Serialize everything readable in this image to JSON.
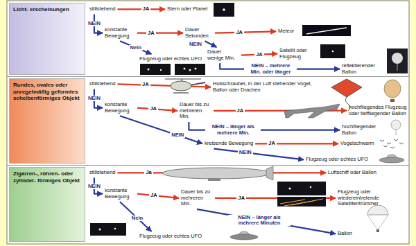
{
  "diagram": {
    "nodes": [
      {
        "text": [
          "Licht- erscheinungen"
        ]
      },
      {
        "text": [
          "stillstehend"
        ]
      },
      {
        "text": [
          "Stern oder Planet"
        ]
      },
      {
        "text": [
          "konstante Bewegung"
        ]
      },
      {
        "text": [
          "Dauer Sekunden"
        ]
      },
      {
        "text": [
          "Meteor"
        ]
      },
      {
        "text": [
          "Flugzeug oder echtes UFO"
        ]
      },
      {
        "text": [
          "Dauer wenige Min."
        ]
      },
      {
        "text": [
          "Satellit oder Flugzeug"
        ]
      },
      {
        "text": [
          "reflektierender Ballon"
        ]
      },
      {
        "text": [
          "Rundes, ovales oder unregelmäßig geformtes scheibenförmiges Objekt"
        ]
      },
      {
        "text": [
          "stillstehend"
        ]
      },
      {
        "text": [
          "Hubschrauber, in der Luft stehender Vogel, Ballon oder Drachen"
        ]
      },
      {
        "text": [
          "konstante Bewegung"
        ]
      },
      {
        "text": [
          "Dauer bis zu mehreren Min."
        ]
      },
      {
        "text": [
          "hochfliegendes Flugzeug oder tieffliegender Ballon"
        ]
      },
      {
        "text": [
          "hochfliegender Ballon"
        ]
      },
      {
        "text": [
          "kreisende Bewegung"
        ]
      },
      {
        "text": [
          "Vogelschwarm"
        ]
      },
      {
        "text": [
          "Flugzeug oder echtes UFO"
        ]
      },
      {
        "text": [
          "Zigarren-, röhren- oder zylinder- förmiges Objekt"
        ]
      },
      {
        "text": [
          "stillstehend"
        ]
      },
      {
        "text": [
          "Luftschiff oder Ballon"
        ]
      },
      {
        "text": [
          "konstante Bewegung"
        ]
      },
      {
        "text": [
          "Dauer bis zu mehreren Min."
        ]
      },
      {
        "text": [
          "Flugzeug oder wiedereintretende Satellitentrümmer"
        ]
      },
      {
        "text": [
          "Flugzeug oder echtes UFO"
        ]
      },
      {
        "text": [
          "Ballon"
        ]
      }
    ],
    "edges": [
      {
        "from": 1,
        "to": 2,
        "label": "JA",
        "arrow": "to"
      },
      {
        "from": 1,
        "to": 3,
        "label": "NEIN",
        "arrow": "to"
      },
      {
        "from": 3,
        "to": 4,
        "label": "JA",
        "arrow": "to"
      },
      {
        "from": 3,
        "to": 6,
        "label": "Nein",
        "arrow": "to"
      },
      {
        "from": 4,
        "to": 5,
        "label": "JA",
        "arrow": "to"
      },
      {
        "from": 4,
        "to": 7,
        "label": "NEIN",
        "arrow": "to"
      },
      {
        "from": 7,
        "to": 8,
        "label": "JA",
        "arrow": "to"
      },
      {
        "from": 7,
        "to": 9,
        "label": "NEIN – mehrere Min. oder länger",
        "arrow": "to"
      },
      {
        "from": 11,
        "to": 12,
        "label": "JA",
        "arrow": "to"
      },
      {
        "from": 11,
        "to": 13,
        "label": "NEIN",
        "arrow": "to"
      },
      {
        "from": 13,
        "to": 14,
        "label": "JA",
        "arrow": "to"
      },
      {
        "from": 13,
        "to": 17,
        "label": "NEIN",
        "arrow": "to"
      },
      {
        "from": 14,
        "to": 15,
        "label": "JA",
        "arrow": "to"
      },
      {
        "from": 14,
        "to": 16,
        "label": "NEIN – länger als mehrere Min.",
        "arrow": "to"
      },
      {
        "from": 17,
        "to": 18,
        "label": "JA",
        "arrow": "to"
      },
      {
        "from": 17,
        "to": 19,
        "label": "NEIN",
        "arrow": "to"
      },
      {
        "from": 21,
        "to": 22,
        "label": "Ja",
        "arrow": "to"
      },
      {
        "from": 21,
        "to": 23,
        "label": "NEIN",
        "arrow": "to"
      },
      {
        "from": 23,
        "to": 24,
        "label": "JA",
        "arrow": "to"
      },
      {
        "from": 23,
        "to": 26,
        "label": "Nein",
        "arrow": "to"
      },
      {
        "from": 24,
        "to": 25,
        "label": "JA",
        "arrow": "to"
      },
      {
        "from": 24,
        "to": 27,
        "label": "NEIN – länger als mehrere Minuten",
        "arrow": "to"
      }
    ]
  }
}
